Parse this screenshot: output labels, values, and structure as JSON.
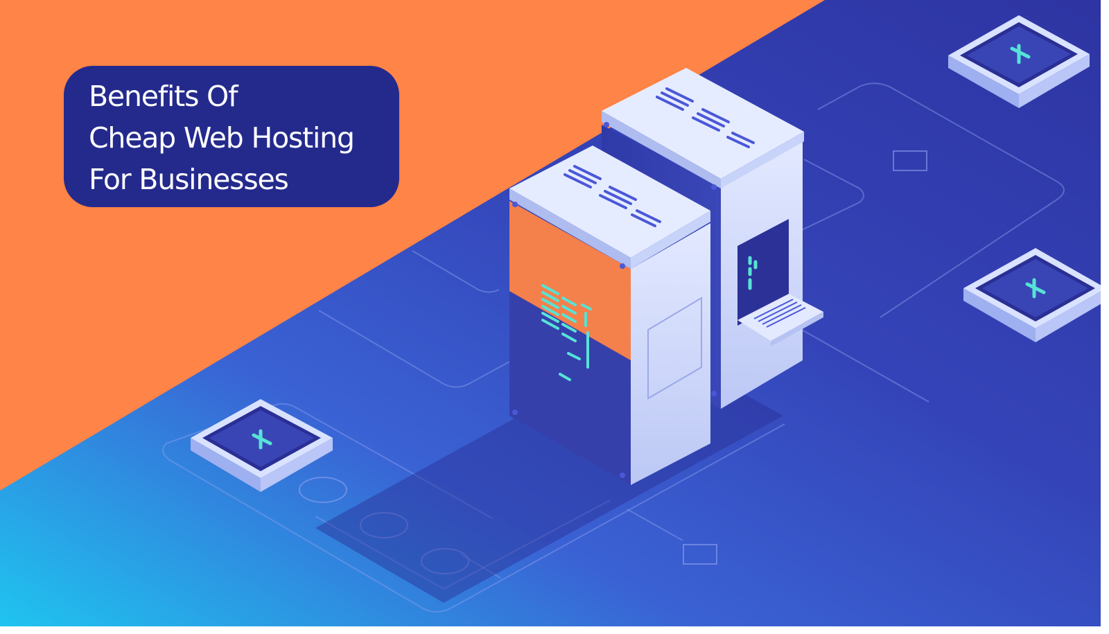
{
  "banner": {
    "title_lines": [
      "Benefits Of",
      "Cheap Web Hosting",
      "For Businesses"
    ]
  },
  "icons": {
    "illustration": "server-racks-illustration",
    "chip": "chip-plus-icon",
    "laptop": "laptop-icon"
  },
  "colors": {
    "orange": "#ff8447",
    "navy": "#242a8c",
    "blue_dark": "#2f37a8",
    "blue_mid": "#3b4ec6",
    "cyan": "#1fc6f0",
    "server_light": "#d9e2ff",
    "accent_teal": "#56e3d6"
  }
}
